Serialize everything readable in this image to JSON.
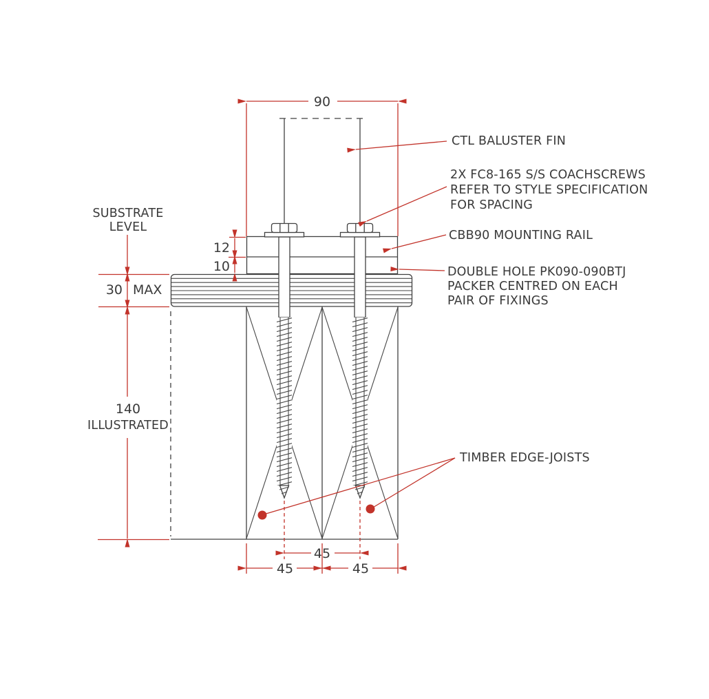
{
  "colors": {
    "background": "#ffffff",
    "drawing_line": "#404040",
    "dimension_red": "#c2332a",
    "text": "#3a3a3a"
  },
  "labels": {
    "substrate1": "SUBSTRATE",
    "substrate2": "LEVEL",
    "fin": "CTL BALUSTER FIN",
    "coach1": "2X FC8-165 S/S COACHSCREWS",
    "coach2": "REFER TO STYLE SPECIFICATION",
    "coach3": "FOR SPACING",
    "rail": "CBB90 MOUNTING RAIL",
    "packer1": "DOUBLE HOLE PK090-090BTJ",
    "packer2": "PACKER CENTRED ON EACH",
    "packer3": "PAIR OF FIXINGS",
    "joists": "TIMBER EDGE-JOISTS"
  },
  "dimensions": {
    "rail_width": "90",
    "rail_top_thickness": "12",
    "rail_bottom_thickness": "10",
    "packer_value": "30",
    "packer_qualifier": "MAX",
    "joist_depth": "140",
    "joist_depth_qualifier": "ILLUSTRATED",
    "screw_spacing": "45",
    "joist_left_width": "45",
    "joist_right_width": "45"
  }
}
